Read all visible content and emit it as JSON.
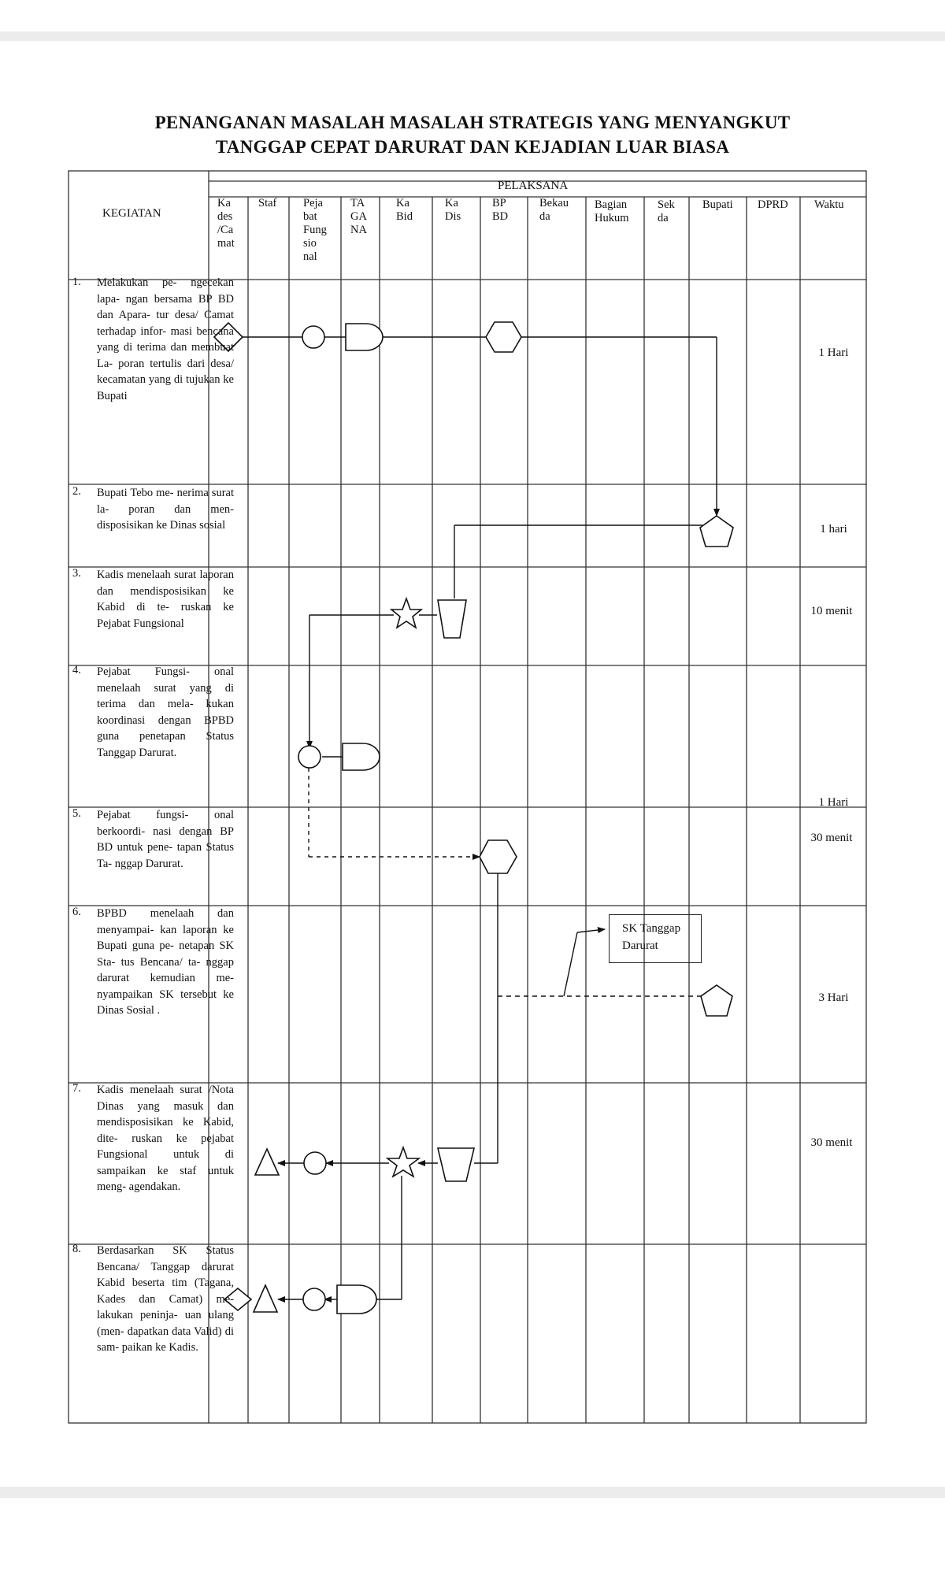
{
  "title": {
    "line1": "PENANGANAN MASALAH MASALAH STRATEGIS YANG MENYANGKUT",
    "line2": "TANGGAP CEPAT DARURAT DAN KEJADIAN LUAR BIASA"
  },
  "table": {
    "kegiatan_header": "KEGIATAN",
    "pelaksana_header": "PELAKSANA",
    "columns": [
      {
        "l1": "Ka",
        "l2": "des",
        "l3": "/Ca",
        "l4": "mat"
      },
      {
        "l1": "Staf",
        "l2": "",
        "l3": "",
        "l4": ""
      },
      {
        "l1": "Peja",
        "l2": "bat",
        "l3": "Fung",
        "l4": "sio",
        "l5": "nal"
      },
      {
        "l1": "TA",
        "l2": "GA",
        "l3": "NA",
        "l4": ""
      },
      {
        "l1": "Ka",
        "l2": "Bid",
        "l3": "",
        "l4": ""
      },
      {
        "l1": "Ka",
        "l2": "Dis",
        "l3": "",
        "l4": ""
      },
      {
        "l1": "BP",
        "l2": "BD",
        "l3": "",
        "l4": ""
      },
      {
        "l1": "Bekau",
        "l2": "da",
        "l3": "",
        "l4": ""
      },
      {
        "l1": "Bagian",
        "l2": "Hukum",
        "l3": "",
        "l4": ""
      },
      {
        "l1": "Sek",
        "l2": "da",
        "l3": "",
        "l4": ""
      },
      {
        "l1": "Bupati",
        "l2": "",
        "l3": "",
        "l4": ""
      },
      {
        "l1": "DPRD",
        "l2": "",
        "l3": "",
        "l4": ""
      }
    ],
    "waktu_header": "Waktu",
    "rows": [
      {
        "num": "1.",
        "text": "Melakukan pe- ngecekan lapa- ngan bersama BP BD dan Apara- tur desa/ Camat terhadap infor- masi bencana yang di terima dan membuat La- poran tertulis dari desa/ kecamatan yang di tujukan ke Bupati",
        "time": "1 Hari"
      },
      {
        "num": "2.",
        "text": "Bupati Tebo me- nerima surat la- poran dan men- disposisikan ke Dinas sosial",
        "time": "1 hari"
      },
      {
        "num": "3.",
        "text": "Kadis menelaah surat laporan dan mendisposisikan ke Kabid di te- ruskan ke Pejabat Fungsional",
        "time": "10 menit"
      },
      {
        "num": "4.",
        "text": "Pejabat Fungsi- onal menelaah surat yang di terima dan mela- kukan koordinasi dengan BPBD guna penetapan Status Tanggap Darurat.",
        "time": "1 Hari"
      },
      {
        "num": "5.",
        "text": "Pejabat fungsi- onal berkoordi- nasi dengan BP BD untuk pene- tapan Status Ta- nggap Darurat.",
        "time": "30 menit"
      },
      {
        "num": "6.",
        "text": "BPBD menelaah dan menyampai- kan laporan ke Bupati guna pe- netapan SK Sta- tus Bencana/ ta- nggap darurat kemudian me- nyampaikan SK tersebut ke Dinas Sosial .",
        "time": "3 Hari"
      },
      {
        "num": "7.",
        "text": "Kadis menelaah surat /Nota Dinas yang masuk dan mendisposisikan ke Kabid, dite- ruskan ke pejabat Fungsional untuk di sampaikan ke staf untuk meng- agendakan.",
        "time": "30 menit"
      },
      {
        "num": "8.",
        "text": "Berdasarkan SK Status Bencana/ Tanggap darurat Kabid beserta tim (Tagana, Kades dan Camat) me- lakukan peninja- uan ulang (men- dapatkan data Valid) di sam- paikan ke Kadis.",
        "time": ""
      }
    ],
    "sk_box": {
      "line1": "SK Tanggap",
      "line2": "Darurat"
    }
  }
}
